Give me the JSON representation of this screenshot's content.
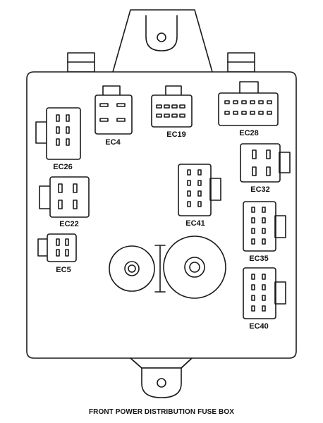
{
  "caption": "FRONT POWER DISTRIBUTION FUSE BOX",
  "connectors": {
    "ec26": "EC26",
    "ec4": "EC4",
    "ec19": "EC19",
    "ec28": "EC28",
    "ec32": "EC32",
    "ec22": "EC22",
    "ec41": "EC41",
    "ec35": "EC35",
    "ec5": "EC5",
    "ec40": "EC40"
  },
  "colors": {
    "line": "#1a1a1a",
    "fill": "#ffffff"
  }
}
